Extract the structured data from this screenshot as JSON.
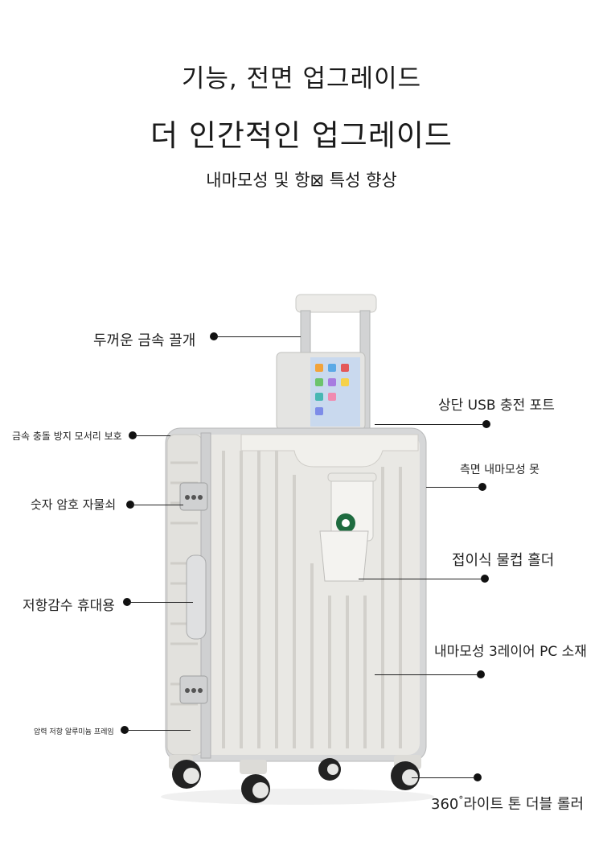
{
  "header": {
    "line1": "기능, 전면 업그레이드",
    "line2": "더 인간적인 업그레이드",
    "line3": "내마모성 및 항⊠ 특성 향상"
  },
  "callouts": {
    "handle": "두꺼운 금속 끌개",
    "corner": "금속 충돌 방지 모서리 보호",
    "lock": "숫자 암호 자물쇠",
    "carry": "저항감수 휴대용",
    "frame": "압력 저항 알루미늄 프레임",
    "usb": "상단 USB 충전 포트",
    "side": "측면 내마모성 못",
    "cup": "접이식 물컵 홀더",
    "shell": "내마모성 3레이어 PC 소재",
    "wheel_num": "360",
    "wheel_deg": "°",
    "wheel_text": "라이트 톤 더블 롤러"
  },
  "colors": {
    "shell": "#e9e8e4",
    "aluminum": "#d6d7d8",
    "tablet_screen": "#c9d9ee",
    "cup_logo": "#1e6b3f"
  }
}
